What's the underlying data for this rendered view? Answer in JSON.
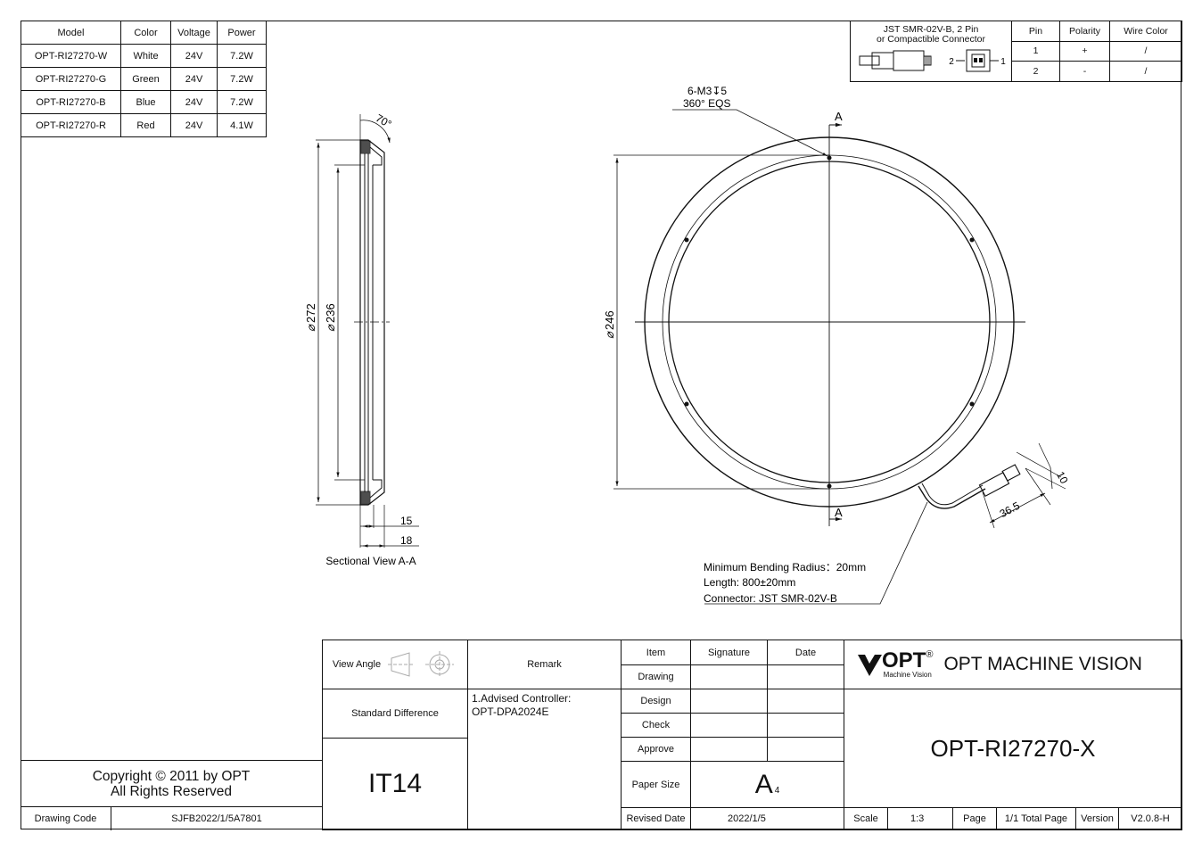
{
  "spec_table": {
    "headers": [
      "Model",
      "Color",
      "Voltage",
      "Power"
    ],
    "rows": [
      [
        "OPT-RI27270-W",
        "White",
        "24V",
        "7.2W"
      ],
      [
        "OPT-RI27270-G",
        "Green",
        "24V",
        "7.2W"
      ],
      [
        "OPT-RI27270-B",
        "Blue",
        "24V",
        "7.2W"
      ],
      [
        "OPT-RI27270-R",
        "Red",
        "24V",
        "4.1W"
      ]
    ]
  },
  "connector_table": {
    "title_line1": "JST SMR-02V-B, 2 Pin",
    "title_line2": "or Compactible Connector",
    "headers": [
      "Pin",
      "Polarity",
      "Wire Color"
    ],
    "rows": [
      [
        "1",
        "+",
        "/"
      ],
      [
        "2",
        "-",
        "/"
      ]
    ],
    "pin_label_left": "2",
    "pin_label_right": "1"
  },
  "section_view": {
    "angle": "70°",
    "dia_outer": "272",
    "dia_inner": "236",
    "dim_15": "15",
    "dim_18": "18",
    "caption": "Sectional View A-A"
  },
  "front_view": {
    "hole_line1": "6-M3",
    "hole_depth": "5",
    "hole_line2": "360° EQS",
    "dia": "246",
    "section_mark": "A",
    "dim_36_5": "36.5",
    "dim_10": "10",
    "note_line1": "Minimum Bending Radius：20mm",
    "note_line2": "Length: 800±20mm",
    "note_line3": "Connector: JST SMR-02V-B"
  },
  "title_block": {
    "view_angle": "View Angle",
    "remark": "Remark",
    "standard_difference": "Standard Difference",
    "it14": "IT14",
    "remark_text_1": "1.Advised Controller:",
    "remark_text_2": "OPT-DPA2024E",
    "item": "Item",
    "signature": "Signature",
    "date": "Date",
    "drawing": "Drawing",
    "design": "Design",
    "check": "Check",
    "approve": "Approve",
    "paper_size": "Paper Size",
    "paper_size_value": "A",
    "paper_size_sub": "4",
    "revised_date": "Revised Date",
    "revised_date_value": "2022/1/5",
    "logo_text": "OPT",
    "logo_reg": "®",
    "logo_sub": "Machine Vision",
    "company": "OPT MACHINE VISION",
    "model": "OPT-RI27270-X",
    "scale": "Scale",
    "scale_value": "1:3",
    "page": "Page",
    "page_value": "1/1 Total Page",
    "version": "Version",
    "version_value": "V2.0.8-H"
  },
  "footer": {
    "copyright_line1": "Copyright © 2011 by OPT",
    "copyright_line2": "All Rights Reserved",
    "drawing_code": "Drawing Code",
    "drawing_code_value": "SJFB2022/1/5A7801"
  }
}
